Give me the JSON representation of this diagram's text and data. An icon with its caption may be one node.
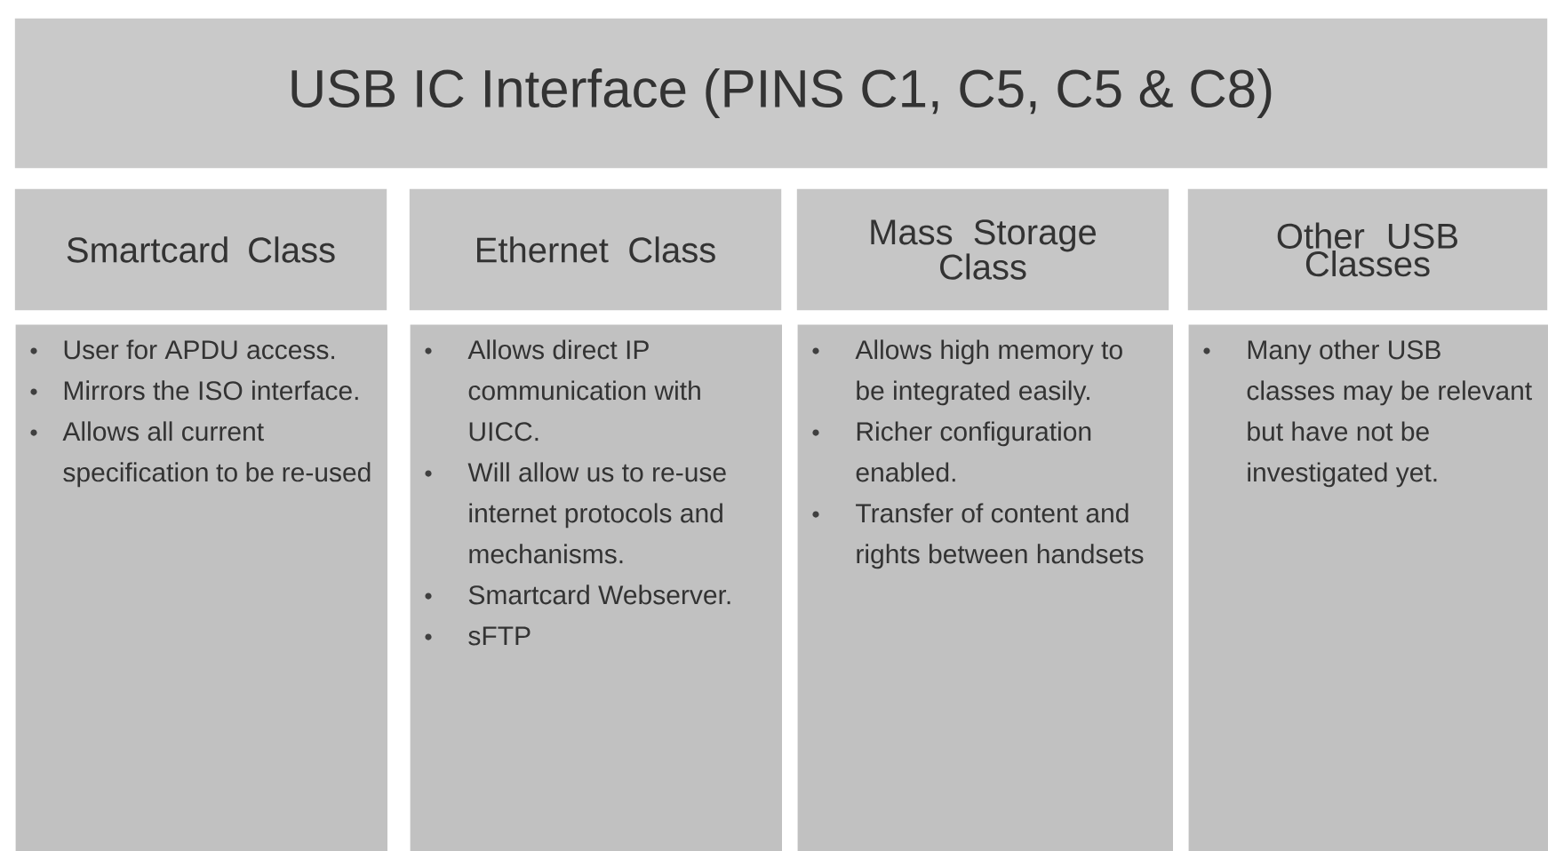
{
  "diagram": {
    "nodes": [
      {
        "text": [
          "USB IC Interface (PINS C1, C5, C5 & C8)"
        ]
      },
      {
        "text": [
          "Smartcard Class"
        ]
      },
      {
        "text": [
          "Ethernet Class"
        ]
      },
      {
        "text": [
          "Mass Storage Class"
        ]
      },
      {
        "text": [
          "Other USB Classes"
        ]
      },
      {
        "text": [
          "User for APDU access.",
          "Mirrors the ISO interface.",
          "Allows all current specification to be re-used"
        ]
      },
      {
        "text": [
          "Allows direct IP communication with UICC.",
          "Will allow us to re-use internet protocols and mechanisms.",
          "Smartcard Webserver.",
          "sFTP"
        ]
      },
      {
        "text": [
          "Allows high memory to be integrated easily.",
          "Richer configuration enabled.",
          "Transfer of content and rights between handsets"
        ]
      },
      {
        "text": [
          "Many other USB classes may be relevant but have not be investigated yet."
        ]
      }
    ]
  }
}
